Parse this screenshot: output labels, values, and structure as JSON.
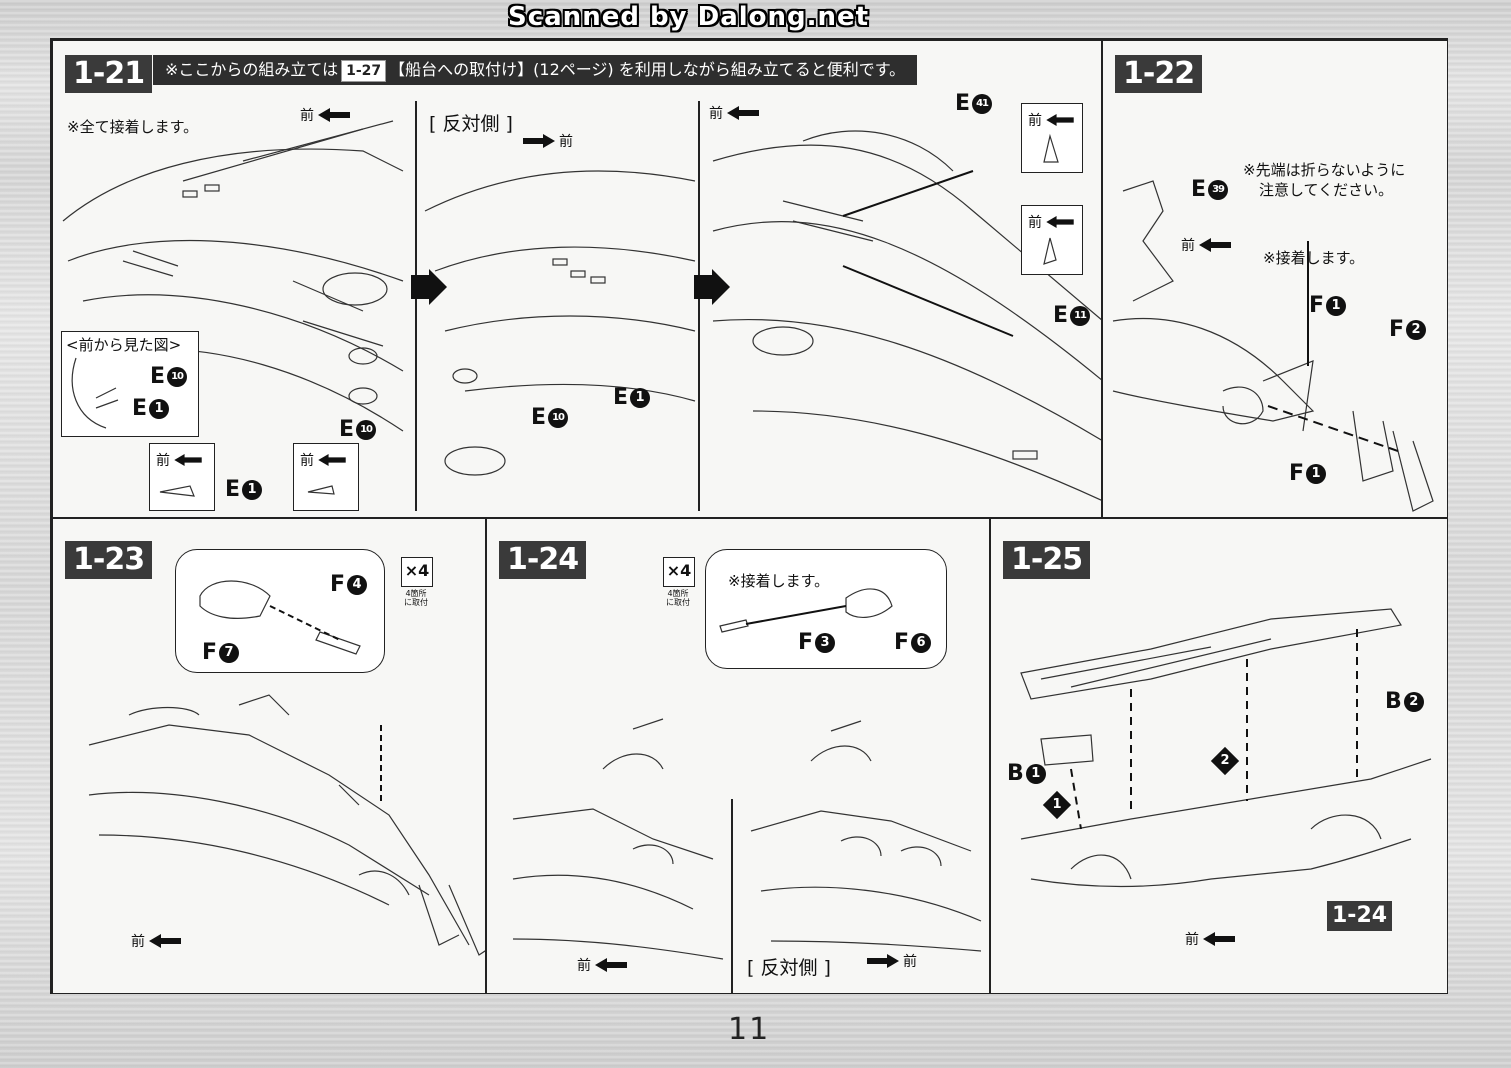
{
  "watermark": "Scanned by Dalong.net",
  "page_number": "11",
  "marks": {
    "front": "前",
    "diamond_1": "1",
    "diamond_2": "2"
  },
  "panel_121": {
    "step": "1-21",
    "note_prefix": "※ここからの組み立ては",
    "note_ref": "1-27",
    "note_suffix": "【船台への取付け】(12ページ) を利用しながら組み立てると便利です。",
    "glue_all": "※全て接着します。",
    "reverse_side": "[ 反対側 ]",
    "front_view": "<前から見た図>",
    "parts": {
      "e10": {
        "letter": "E",
        "num": "10"
      },
      "e1": {
        "letter": "E",
        "num": "1"
      },
      "e41": {
        "letter": "E",
        "num": "41"
      },
      "e11": {
        "letter": "E",
        "num": "11"
      }
    }
  },
  "panel_122": {
    "step": "1-22",
    "note_tip_line1": "※先端は折らないように",
    "note_tip_line2": "注意してください。",
    "glue": "※接着します。",
    "parts": {
      "e39": {
        "letter": "E",
        "num": "39"
      },
      "f1": {
        "letter": "F",
        "num": "1"
      },
      "f2": {
        "letter": "F",
        "num": "2"
      }
    }
  },
  "panel_123": {
    "step": "1-23",
    "qty": "×4",
    "qty_note_line1": "4箇所",
    "qty_note_line2": "に取付",
    "parts": {
      "f4": {
        "letter": "F",
        "num": "4"
      },
      "f7": {
        "letter": "F",
        "num": "7"
      }
    }
  },
  "panel_124": {
    "step": "1-24",
    "qty": "×4",
    "qty_note_line1": "4箇所",
    "qty_note_line2": "に取付",
    "glue": "※接着します。",
    "reverse_side": "[ 反対側 ]",
    "parts": {
      "f3": {
        "letter": "F",
        "num": "3"
      },
      "f6": {
        "letter": "F",
        "num": "6"
      }
    }
  },
  "panel_125": {
    "step": "1-25",
    "ref_badge": "1-24",
    "parts": {
      "b2": {
        "letter": "B",
        "num": "2"
      },
      "b1": {
        "letter": "B",
        "num": "1"
      }
    }
  }
}
